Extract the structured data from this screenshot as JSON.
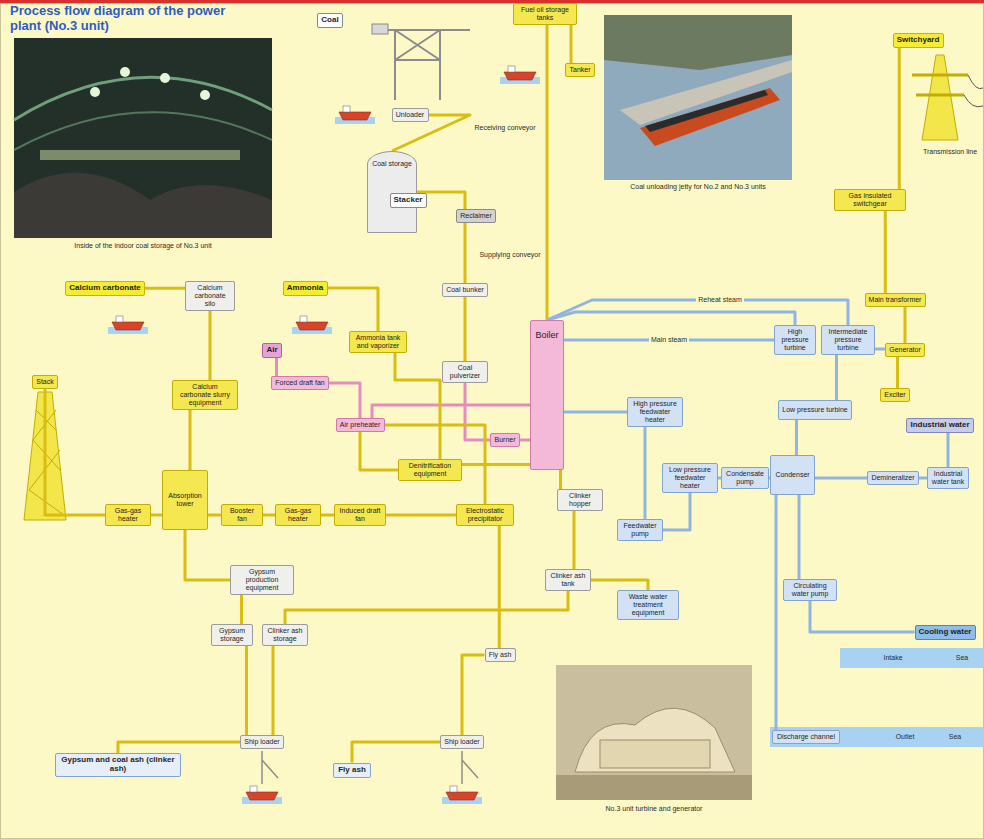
{
  "diagram": {
    "title": "Process flow diagram of the power plant (No.3 unit)",
    "nodes": [
      {
        "text": [
          "Coal"
        ]
      },
      {
        "text": [
          "Fuel oil storage tanks"
        ]
      },
      {
        "text": [
          "Tanker"
        ]
      },
      {
        "text": [
          "Unloader"
        ]
      },
      {
        "text": [
          "Coal storage"
        ]
      },
      {
        "text": [
          "Stacker"
        ],
        "in": 4
      },
      {
        "text": [
          "Reclaimer"
        ],
        "in": 4
      },
      {
        "text": [
          "Coal bunker"
        ]
      },
      {
        "text": [
          "Coal pulverizer"
        ]
      },
      {
        "text": [
          "Boiler"
        ]
      },
      {
        "text": [
          "Burner"
        ]
      },
      {
        "text": [
          "Switchyard"
        ]
      },
      {
        "text": [
          "Gas insulated switchgear"
        ]
      },
      {
        "text": [
          "Main transformer"
        ]
      },
      {
        "text": [
          "High pressure turbine"
        ]
      },
      {
        "text": [
          "Intermediate pressure turbine"
        ]
      },
      {
        "text": [
          "Generator"
        ]
      },
      {
        "text": [
          "Exciter"
        ]
      },
      {
        "text": [
          "Low pressure turbine"
        ]
      },
      {
        "text": [
          "Condenser"
        ]
      },
      {
        "text": [
          "Industrial water"
        ]
      },
      {
        "text": [
          "Industrial water tank"
        ]
      },
      {
        "text": [
          "Demineralizer"
        ]
      },
      {
        "text": [
          "Condensate pump"
        ]
      },
      {
        "text": [
          "Low pressure feedwater heater"
        ]
      },
      {
        "text": [
          "High pressure feedwater heater"
        ]
      },
      {
        "text": [
          "Feedwater pump"
        ]
      },
      {
        "text": [
          "Calcium carbonate"
        ]
      },
      {
        "text": [
          "Calcium carbonate silo"
        ]
      },
      {
        "text": [
          "Ammonia"
        ]
      },
      {
        "text": [
          "Ammonia tank and vaporizer"
        ]
      },
      {
        "text": [
          "Air"
        ]
      },
      {
        "text": [
          "Forced draft fan"
        ]
      },
      {
        "text": [
          "Air preheater"
        ]
      },
      {
        "text": [
          "Calcium carbonate slurry equipment"
        ]
      },
      {
        "text": [
          "Induced draft fan"
        ]
      },
      {
        "text": [
          "Stack"
        ]
      },
      {
        "text": [
          "Gas-gas heater"
        ]
      },
      {
        "text": [
          "Absorption tower"
        ]
      },
      {
        "text": [
          "Gas-gas heater"
        ]
      },
      {
        "text": [
          "Booster fan"
        ]
      },
      {
        "text": [
          "Denitrification equipment"
        ]
      },
      {
        "text": [
          "Electrostatic precipitator"
        ]
      },
      {
        "text": [
          "Clinker hopper"
        ]
      },
      {
        "text": [
          "Clinker ash tank"
        ]
      },
      {
        "text": [
          "Waste water treatment equipment"
        ]
      },
      {
        "text": [
          "Gypsum production equipment"
        ]
      },
      {
        "text": [
          "Gypsum storage"
        ]
      },
      {
        "text": [
          "Clinker ash storage"
        ]
      },
      {
        "text": [
          "Fly ash"
        ]
      },
      {
        "text": [
          "Circulating water pump"
        ]
      },
      {
        "text": [
          "Cooling water"
        ]
      },
      {
        "text": [
          "Discharge channel"
        ]
      },
      {
        "text": [
          "Ship loader"
        ]
      },
      {
        "text": [
          "Ship loader"
        ]
      },
      {
        "text": [
          "Gypsum and coal ash (clinker ash)"
        ]
      },
      {
        "text": [
          "Fly ash"
        ]
      }
    ],
    "edges": [
      {
        "from": 3,
        "to": 4,
        "arrow": "none",
        "label": "Receiving conveyor"
      },
      {
        "from": 4,
        "to": 7,
        "arrow": "none",
        "label": "Supplying conveyor"
      },
      {
        "from": 7,
        "to": 8,
        "arrow": "none"
      },
      {
        "from": 8,
        "to": 10,
        "arrow": "none"
      },
      {
        "from": 10,
        "to": 9,
        "arrow": "none"
      },
      {
        "from": 2,
        "to": 1,
        "arrow": "none"
      },
      {
        "from": 1,
        "to": 9,
        "arrow": "none"
      },
      {
        "from": 9,
        "to": 14,
        "arrow": "none",
        "label": "Main steam"
      },
      {
        "from": 9,
        "to": 15,
        "arrow": "none",
        "label": "Reheat steam"
      },
      {
        "from": 14,
        "to": 9,
        "arrow": "none"
      },
      {
        "from": 15,
        "to": 18,
        "arrow": "none"
      },
      {
        "from": 15,
        "to": 16,
        "arrow": "none"
      },
      {
        "from": 16,
        "to": 13,
        "arrow": "none"
      },
      {
        "from": 13,
        "to": 12,
        "arrow": "none"
      },
      {
        "from": 12,
        "to": 11,
        "arrow": "none"
      },
      {
        "from": 16,
        "to": 17,
        "arrow": "none"
      },
      {
        "from": 18,
        "to": 19,
        "arrow": "none"
      },
      {
        "from": 19,
        "to": 23,
        "arrow": "none"
      },
      {
        "from": 23,
        "to": 24,
        "arrow": "none"
      },
      {
        "from": 24,
        "to": 26,
        "arrow": "none"
      },
      {
        "from": 26,
        "to": 25,
        "arrow": "none"
      },
      {
        "from": 25,
        "to": 9,
        "arrow": "none"
      },
      {
        "from": 20,
        "to": 21,
        "arrow": "none"
      },
      {
        "from": 21,
        "to": 22,
        "arrow": "none"
      },
      {
        "from": 22,
        "to": 19,
        "arrow": "none"
      },
      {
        "from": 51,
        "to": 50,
        "arrow": "none"
      },
      {
        "from": 50,
        "to": 19,
        "arrow": "none"
      },
      {
        "from": 19,
        "to": 52,
        "arrow": "none"
      },
      {
        "from": 31,
        "to": 32,
        "arrow": "none"
      },
      {
        "from": 32,
        "to": 33,
        "arrow": "none"
      },
      {
        "from": 33,
        "to": 9,
        "arrow": "none"
      },
      {
        "from": 9,
        "to": 41,
        "arrow": "none"
      },
      {
        "from": 41,
        "to": 33,
        "arrow": "none"
      },
      {
        "from": 33,
        "to": 42,
        "arrow": "none"
      },
      {
        "from": 42,
        "to": 35,
        "arrow": "none"
      },
      {
        "from": 35,
        "to": 39,
        "arrow": "none"
      },
      {
        "from": 39,
        "to": 40,
        "arrow": "none"
      },
      {
        "from": 40,
        "to": 38,
        "arrow": "none"
      },
      {
        "from": 38,
        "to": 37,
        "arrow": "none"
      },
      {
        "from": 37,
        "to": 36,
        "arrow": "none"
      },
      {
        "from": 29,
        "to": 30,
        "arrow": "none"
      },
      {
        "from": 30,
        "to": 41,
        "arrow": "none"
      },
      {
        "from": 27,
        "to": 28,
        "arrow": "none"
      },
      {
        "from": 28,
        "to": 34,
        "arrow": "none"
      },
      {
        "from": 34,
        "to": 38,
        "arrow": "none"
      },
      {
        "from": 38,
        "to": 46,
        "arrow": "none"
      },
      {
        "from": 46,
        "to": 47,
        "arrow": "none"
      },
      {
        "from": 9,
        "to": 43,
        "arrow": "none"
      },
      {
        "from": 43,
        "to": 44,
        "arrow": "none"
      },
      {
        "from": 44,
        "to": 45,
        "arrow": "none"
      },
      {
        "from": 44,
        "to": 48,
        "arrow": "none"
      },
      {
        "from": 47,
        "to": 53,
        "arrow": "none"
      },
      {
        "from": 48,
        "to": 53,
        "arrow": "none"
      },
      {
        "from": 53,
        "to": 55,
        "arrow": "none"
      },
      {
        "from": 42,
        "to": 49,
        "arrow": "none"
      },
      {
        "from": 49,
        "to": 54,
        "arrow": "none"
      },
      {
        "from": 54,
        "to": 56,
        "arrow": "none"
      }
    ],
    "labels": [
      "Inside of the indoor coal storage of No.3 unit",
      "Coal unloading jetty for No.2 and No.3 units",
      "No.3 unit turbine and generator",
      "Transmission line",
      "Intake",
      "Sea",
      "Outlet",
      "Sea"
    ]
  }
}
